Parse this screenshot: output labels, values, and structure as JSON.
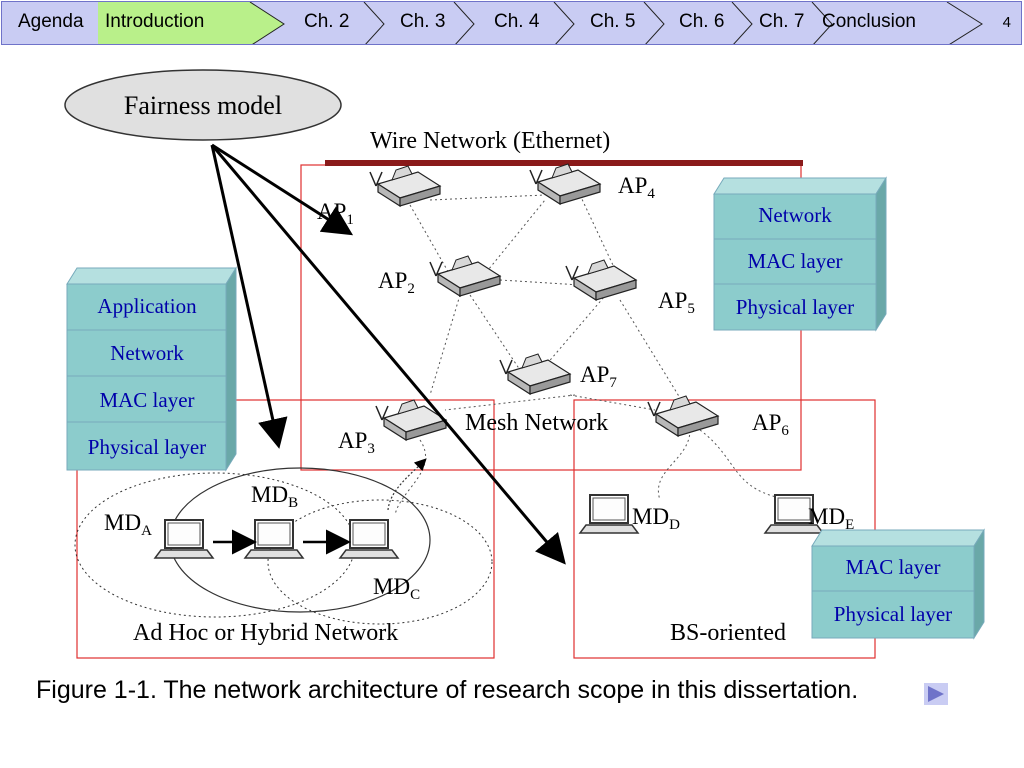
{
  "nav": {
    "items": [
      "Agenda",
      "Introduction",
      "Ch. 2",
      "Ch. 3",
      "Ch. 4",
      "Ch. 5",
      "Ch. 6",
      "Ch. 7",
      "Conclusion"
    ],
    "active": "Introduction",
    "page_number": "4",
    "colors": {
      "bar": "#c9ccf3",
      "active": "#b9f08a",
      "border": "#6f73c9"
    }
  },
  "diagram": {
    "fairness_model": "Fairness model",
    "wire_network": "Wire Network (Ethernet)",
    "mesh_network": "Mesh Network",
    "adhoc_network": "Ad Hoc or Hybrid Network",
    "bs_oriented": "BS-oriented",
    "ap_nodes": [
      {
        "name": "AP",
        "sub": "1"
      },
      {
        "name": "AP",
        "sub": "4"
      },
      {
        "name": "AP",
        "sub": "2"
      },
      {
        "name": "AP",
        "sub": "5"
      },
      {
        "name": "AP",
        "sub": "7"
      },
      {
        "name": "AP",
        "sub": "3"
      },
      {
        "name": "AP",
        "sub": "6"
      }
    ],
    "md_nodes": [
      {
        "name": "MD",
        "sub": "A"
      },
      {
        "name": "MD",
        "sub": "B"
      },
      {
        "name": "MD",
        "sub": "C"
      },
      {
        "name": "MD",
        "sub": "D"
      },
      {
        "name": "MD",
        "sub": "E"
      }
    ],
    "stack_left": [
      "Application",
      "Network",
      "MAC layer",
      "Physical layer"
    ],
    "stack_right_top": [
      "Network",
      "MAC layer",
      "Physical layer"
    ],
    "stack_right_bottom": [
      "MAC layer",
      "Physical layer"
    ],
    "colors": {
      "stack_fill": "#8ccccc",
      "stack_text": "#0000aa",
      "frame_red": "#e03030"
    }
  },
  "caption": "Figure 1-1.  The network architecture of research scope in this dissertation.",
  "icons": {
    "next": "play-icon"
  }
}
